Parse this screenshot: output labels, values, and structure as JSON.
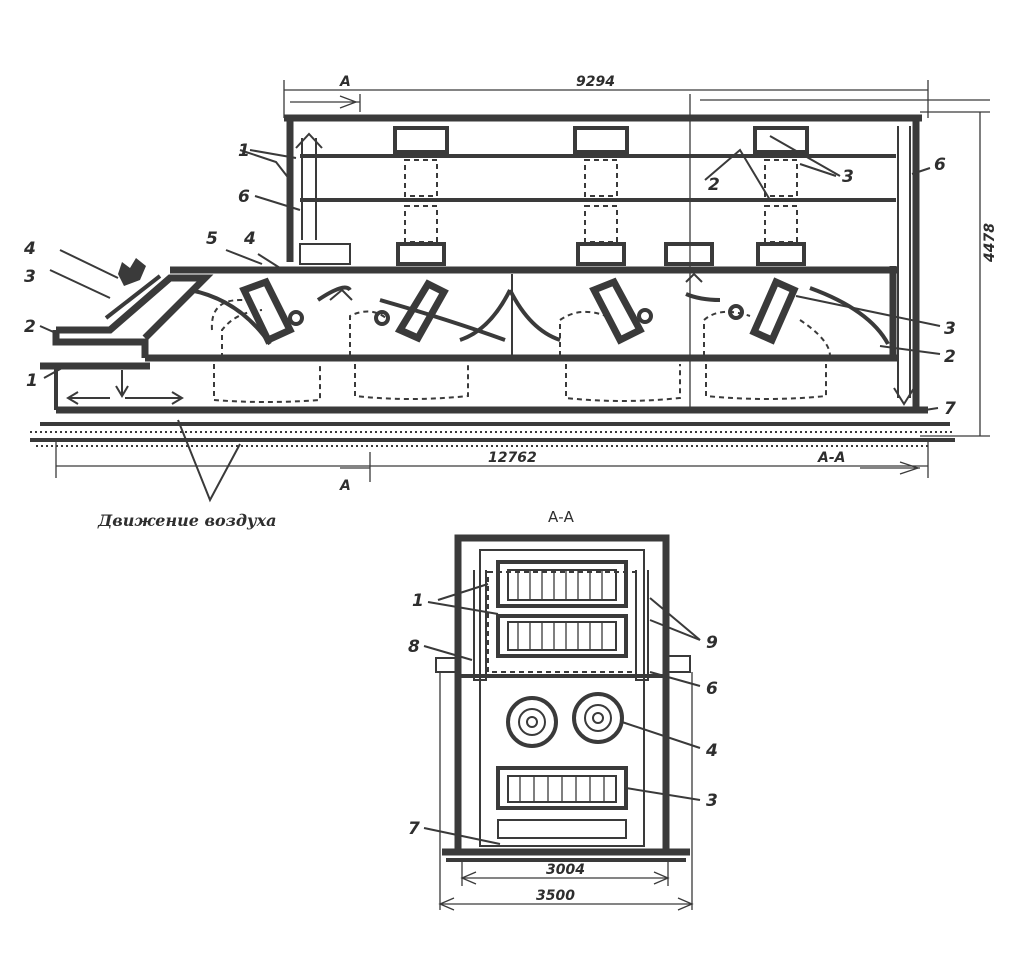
{
  "side_view": {
    "dims": {
      "top_length": "9294",
      "total_length": "12762",
      "height": "4478",
      "section_mark_top": "A",
      "section_mark_bottom": "A",
      "section_ref": "A-A"
    },
    "labels": {
      "l1a": "1",
      "l6a": "6",
      "l4a": "4",
      "l3a": "3",
      "l2a": "2",
      "l1b": "1",
      "l5": "5",
      "l4b": "4",
      "l2b": "2",
      "l3b": "3",
      "l6b": "6",
      "l3c": "3",
      "l2c": "2",
      "l7": "7"
    },
    "caption": "Движение воздуха"
  },
  "section_view": {
    "title": "А-А",
    "dims": {
      "inner_width": "3004",
      "outer_width": "3500"
    },
    "labels": {
      "l1": "1",
      "l8a": "8",
      "l9": "9",
      "l6": "6",
      "l4": "4",
      "l3": "3",
      "l7": "7"
    }
  }
}
